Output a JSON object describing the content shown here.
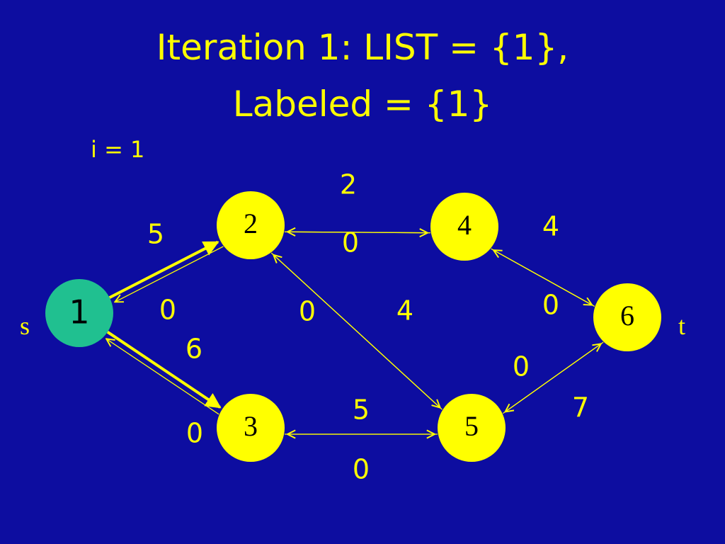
{
  "slide": {
    "title_line_1": "Iteration 1: LIST = {1},",
    "title_line_2": "Labeled = {1}",
    "iteration_label": "i = 1"
  },
  "colors": {
    "background": "#0d0da0",
    "text": "#ffff00",
    "node_fill": "#ffff00",
    "source_node_fill": "#20c090",
    "edge": "#ffff00"
  },
  "graph": {
    "nodes": [
      {
        "id": "1",
        "label": "1",
        "fill": "#20c090",
        "side_label": "s"
      },
      {
        "id": "2",
        "label": "2",
        "fill": "#ffff00"
      },
      {
        "id": "3",
        "label": "3",
        "fill": "#ffff00"
      },
      {
        "id": "4",
        "label": "4",
        "fill": "#ffff00"
      },
      {
        "id": "5",
        "label": "5",
        "fill": "#ffff00"
      },
      {
        "id": "6",
        "label": "6",
        "fill": "#ffff00",
        "side_label": "t"
      }
    ],
    "edges": [
      {
        "from": "1",
        "to": "2",
        "label": "5",
        "emphasized": true
      },
      {
        "from": "2",
        "to": "1",
        "label": "0",
        "emphasized": false
      },
      {
        "from": "1",
        "to": "3",
        "label": "6",
        "emphasized": true
      },
      {
        "from": "3",
        "to": "1",
        "label": "0",
        "emphasized": false
      },
      {
        "from": "2",
        "to": "4",
        "label": "2",
        "emphasized": false
      },
      {
        "from": "4",
        "to": "2",
        "label": "0",
        "emphasized": false
      },
      {
        "from": "2",
        "to": "5",
        "label": "4",
        "emphasized": false
      },
      {
        "from": "5",
        "to": "2",
        "label": "0",
        "emphasized": false
      },
      {
        "from": "3",
        "to": "5",
        "label": "5",
        "emphasized": false
      },
      {
        "from": "5",
        "to": "3",
        "label": "0",
        "emphasized": false
      },
      {
        "from": "4",
        "to": "6",
        "label": "4",
        "emphasized": false
      },
      {
        "from": "6",
        "to": "4",
        "label": "0",
        "emphasized": false
      },
      {
        "from": "5",
        "to": "6",
        "label": "0",
        "emphasized": false
      },
      {
        "from": "6",
        "to": "5",
        "label": "7",
        "emphasized": false
      }
    ]
  }
}
